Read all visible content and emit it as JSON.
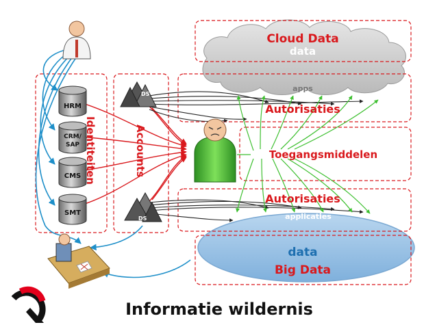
{
  "title": "Informatie wildernis",
  "cloud": {
    "title": "Cloud Data",
    "subtitle": "data",
    "apps": "apps"
  },
  "big_data": {
    "applicaties": "applicaties",
    "data": "data",
    "title": "Big Data"
  },
  "labels": {
    "autorisaties_top": "Autorisaties",
    "autorisaties_bottom": "Autorisaties",
    "toegangsmiddelen": "Toegangsmiddelen",
    "identiteiten": "Identiteiten",
    "accounts": "Accounts"
  },
  "systems": [
    "HRM",
    "CRM/\nSAP",
    "CMS",
    "SMT"
  ],
  "directory_servers": [
    "DS",
    "DS"
  ],
  "colors": {
    "red": "#d9181c",
    "blue_arrow": "#1e8fc9",
    "green": "#3cbf2e",
    "dark": "#222222",
    "dash": "#d9181c",
    "ellipse": "#9cc3e4",
    "cloud": "#d5d5d5"
  }
}
